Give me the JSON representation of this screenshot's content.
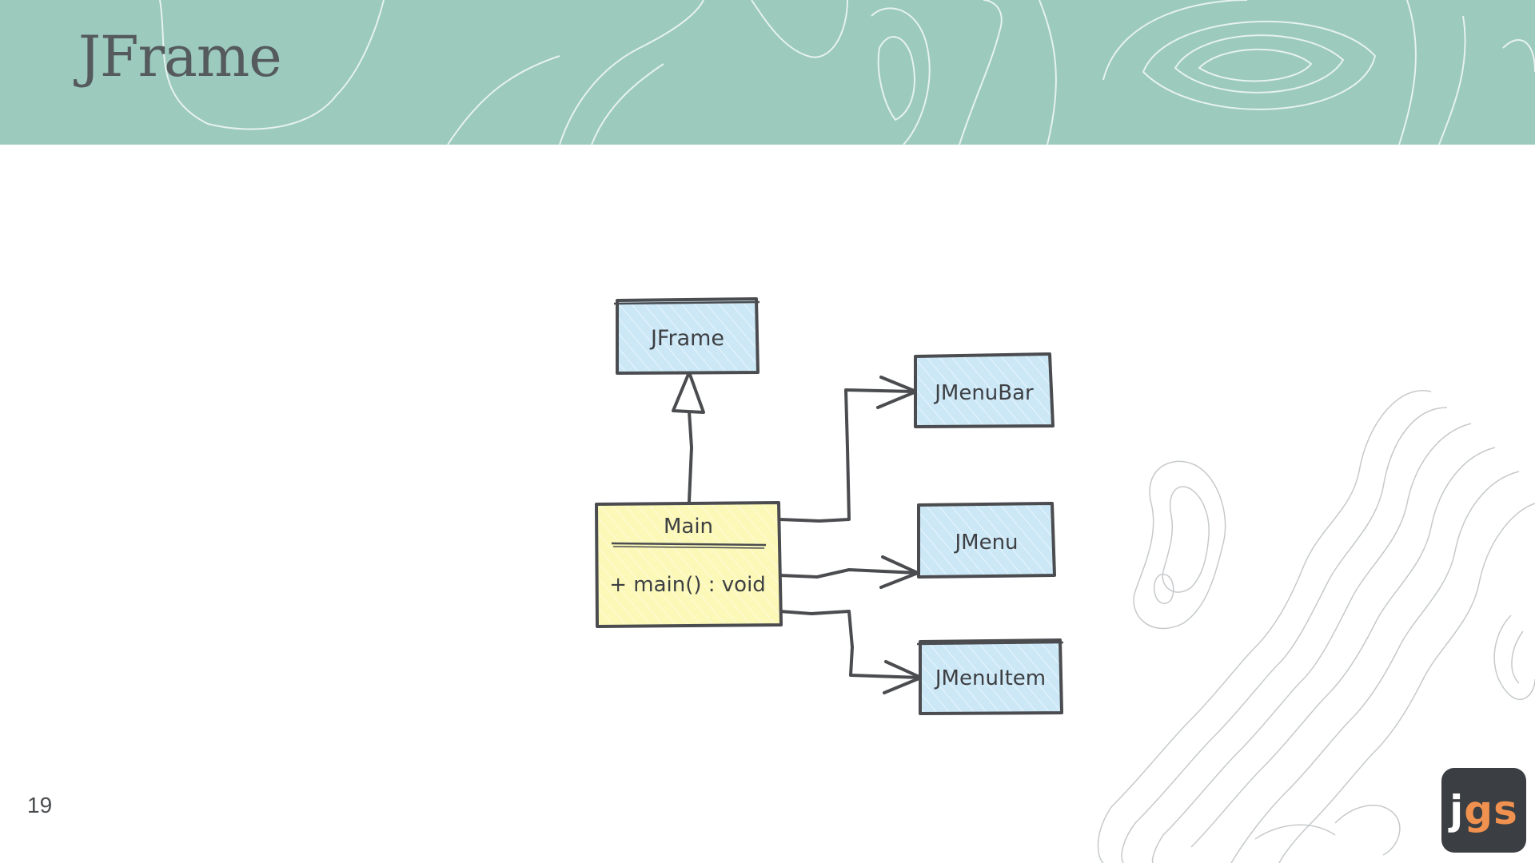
{
  "slide": {
    "title": "JFrame",
    "page_number": "19"
  },
  "diagram": {
    "classes": {
      "jframe": "JFrame",
      "main": "Main",
      "main_method": "+ main() : void",
      "jmenubar": "JMenuBar",
      "jmenu": "JMenu",
      "jmenuitem": "JMenuItem"
    }
  },
  "logo": {
    "part1": "j",
    "part2": "gs"
  },
  "colors": {
    "header": "#9ccabd",
    "class_blue": "#cce8f7",
    "class_yellow": "#fbf8b8",
    "stroke": "#4a4c4f",
    "logo_bg": "#3b3e42",
    "logo_orange": "#f0914f"
  }
}
